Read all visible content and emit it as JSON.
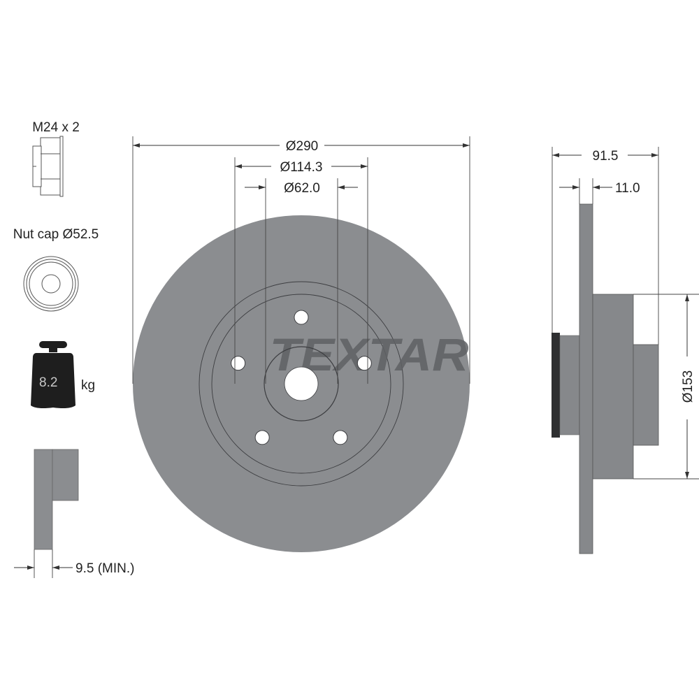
{
  "brand": "TEXTAR",
  "colors": {
    "disc": "#8b8d90",
    "disc_line": "#3c3d40",
    "hub": "#86888b",
    "seal": "#2e2f31",
    "weight": "#1e1e1e"
  },
  "accessories": {
    "nut_label": "M24 x 2",
    "nut_cap_label": "Nut cap Ø52.5",
    "weight_value": "8.2",
    "weight_unit": "kg",
    "min_thickness_label": "9.5 (MIN.)"
  },
  "front_view": {
    "outer_diameter": "Ø290",
    "bolt_circle": "Ø114.3",
    "center_bore": "Ø62.0",
    "bolt_holes": 5
  },
  "side_view": {
    "total_height": "91.5",
    "disc_thickness": "11.0",
    "hub_diameter": "Ø153"
  }
}
